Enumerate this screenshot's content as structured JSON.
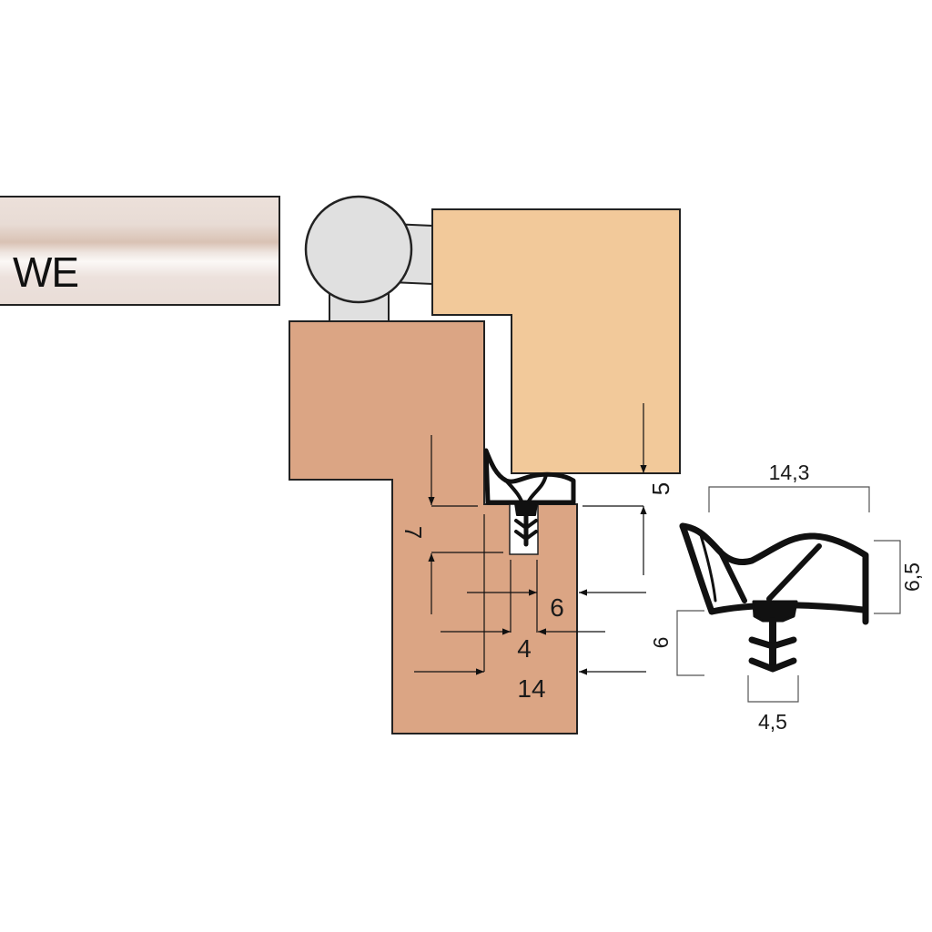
{
  "swatch": {
    "label": "WE",
    "colors": [
      "#ece0da",
      "#d9c2b4",
      "#fbf8f6"
    ]
  },
  "colors": {
    "frame": "#dba584",
    "door_leaf": "#f2c99a",
    "hinge": "#e0e0e0",
    "outline": "#222222",
    "seal": "#111111"
  },
  "installation_dimensions": {
    "rebate_depth": "7",
    "gap": "5",
    "groove_width": "4",
    "groove_depth": "6",
    "groove_offset": "14"
  },
  "profile_dimensions": {
    "width": "14,3",
    "height": "6,5",
    "foot_height": "6",
    "foot_width": "4,5"
  }
}
